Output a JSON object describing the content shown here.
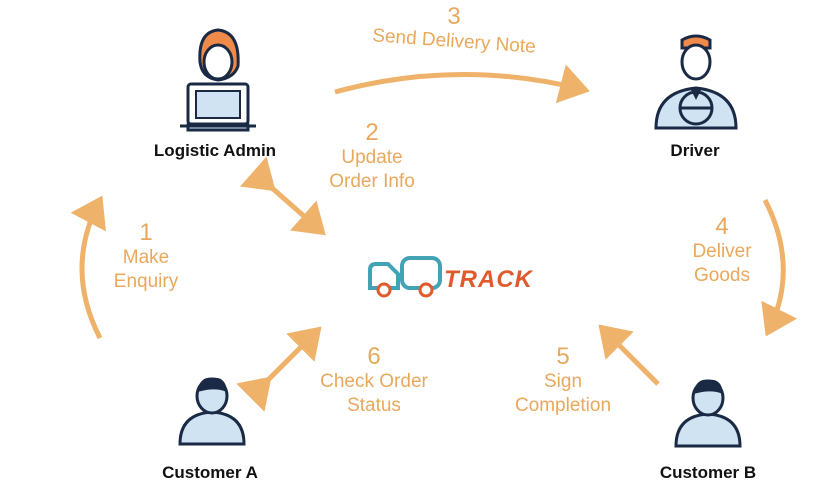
{
  "colors": {
    "accent": "#efb26a",
    "brand": "#e15a2c",
    "truck": "#43a3b6",
    "figure_outline": "#1a2a44",
    "figure_fill": "#cfe3f3",
    "admin_hair": "#f08a4b"
  },
  "roles": {
    "admin": "Logistic Admin",
    "driver": "Driver",
    "customer_a": "Customer A",
    "customer_b": "Customer B"
  },
  "steps": [
    {
      "number": "1",
      "line1": "Make",
      "line2": "Enquiry"
    },
    {
      "number": "2",
      "line1": "Update",
      "line2": "Order Info"
    },
    {
      "number": "3",
      "line1": "Send Delivery Note"
    },
    {
      "number": "4",
      "line1": "Deliver",
      "line2": "Goods"
    },
    {
      "number": "5",
      "line1": "Sign",
      "line2": "Completion"
    },
    {
      "number": "6",
      "line1": "Check Order",
      "line2": "Status"
    }
  ],
  "logo": {
    "text": "TRACK"
  }
}
